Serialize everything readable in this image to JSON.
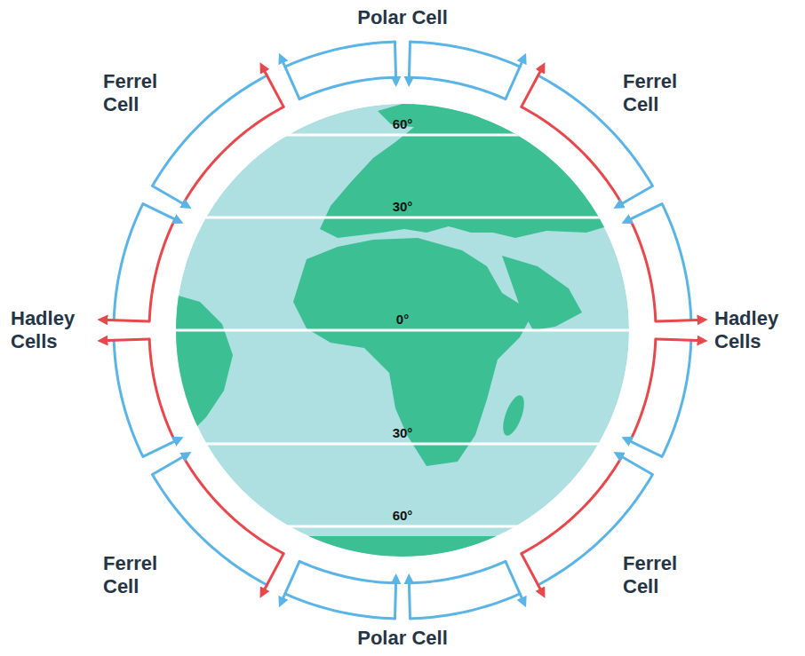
{
  "diagram": {
    "labels": [
      "Polar Cell",
      "Ferrel Cell",
      "Ferrel Cell",
      "Hadley Cells",
      "Hadley Cells",
      "Ferrel Cell",
      "Ferrel Cell",
      "Polar Cell",
      "60°",
      "30°",
      "0°",
      "30°",
      "60°"
    ]
  }
}
